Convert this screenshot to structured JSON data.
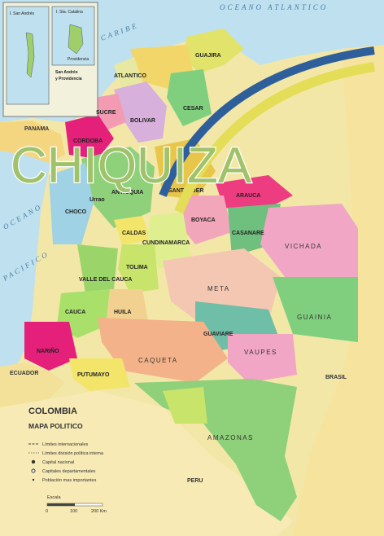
{
  "headline": "CHIQUIZA",
  "oceans": {
    "atlantic": "OCEANO ATLANTICO",
    "caribe": "CARIBE",
    "pacific_1": "OCEANO",
    "pacific_2": "PACIFICO"
  },
  "countries": {
    "panama": "PANAMA",
    "ecuador": "ECUADOR",
    "peru": "PERU",
    "brasil": "BRASIL"
  },
  "inset": {
    "san_andres": "I. San Andrés",
    "providencia": "I. Sta. Catalina",
    "providencia_island": "Providencia",
    "caption_1": "San Andrés",
    "caption_2": "y Providencia"
  },
  "departments": {
    "guajira": "GUAJIRA",
    "cesar": "CESAR",
    "atlantico": "ATLANTICO",
    "bolivar": "BOLIVAR",
    "sucre": "SUCRE",
    "cordoba": "CORDOBA",
    "antioquia": "ANTIOQUIA",
    "santander": "SANTANDER",
    "arauca": "ARAUCA",
    "boyaca": "BOYACA",
    "casanare": "CASANARE",
    "choco": "CHOCO",
    "caldas": "CALDAS",
    "cundinamarca": "CUNDINAMARCA",
    "tolima": "TOLIMA",
    "valle": "VALLE DEL CAUCA",
    "meta": "META",
    "vichada": "VICHADA",
    "cauca": "CAUCA",
    "huila": "HUILA",
    "guainia": "GUAINIA",
    "guaviare": "GUAVIARE",
    "narino": "NARIÑO",
    "caqueta": "CAQUETA",
    "vaupes": "VAUPES",
    "putumayo": "PUTUMAYO",
    "amazonas": "AMAZONAS",
    "urrao": "Urrao"
  },
  "legend": {
    "title": "COLOMBIA",
    "subtitle": "MAPA POLITICO",
    "items": [
      "Límites internacionales",
      "Límites división política interna",
      "Capital nacional",
      "Capitales departamentales",
      "Población mas importantes"
    ],
    "scale_label": "Escala",
    "scale_ticks": [
      "0",
      "100",
      "200 Km"
    ]
  }
}
